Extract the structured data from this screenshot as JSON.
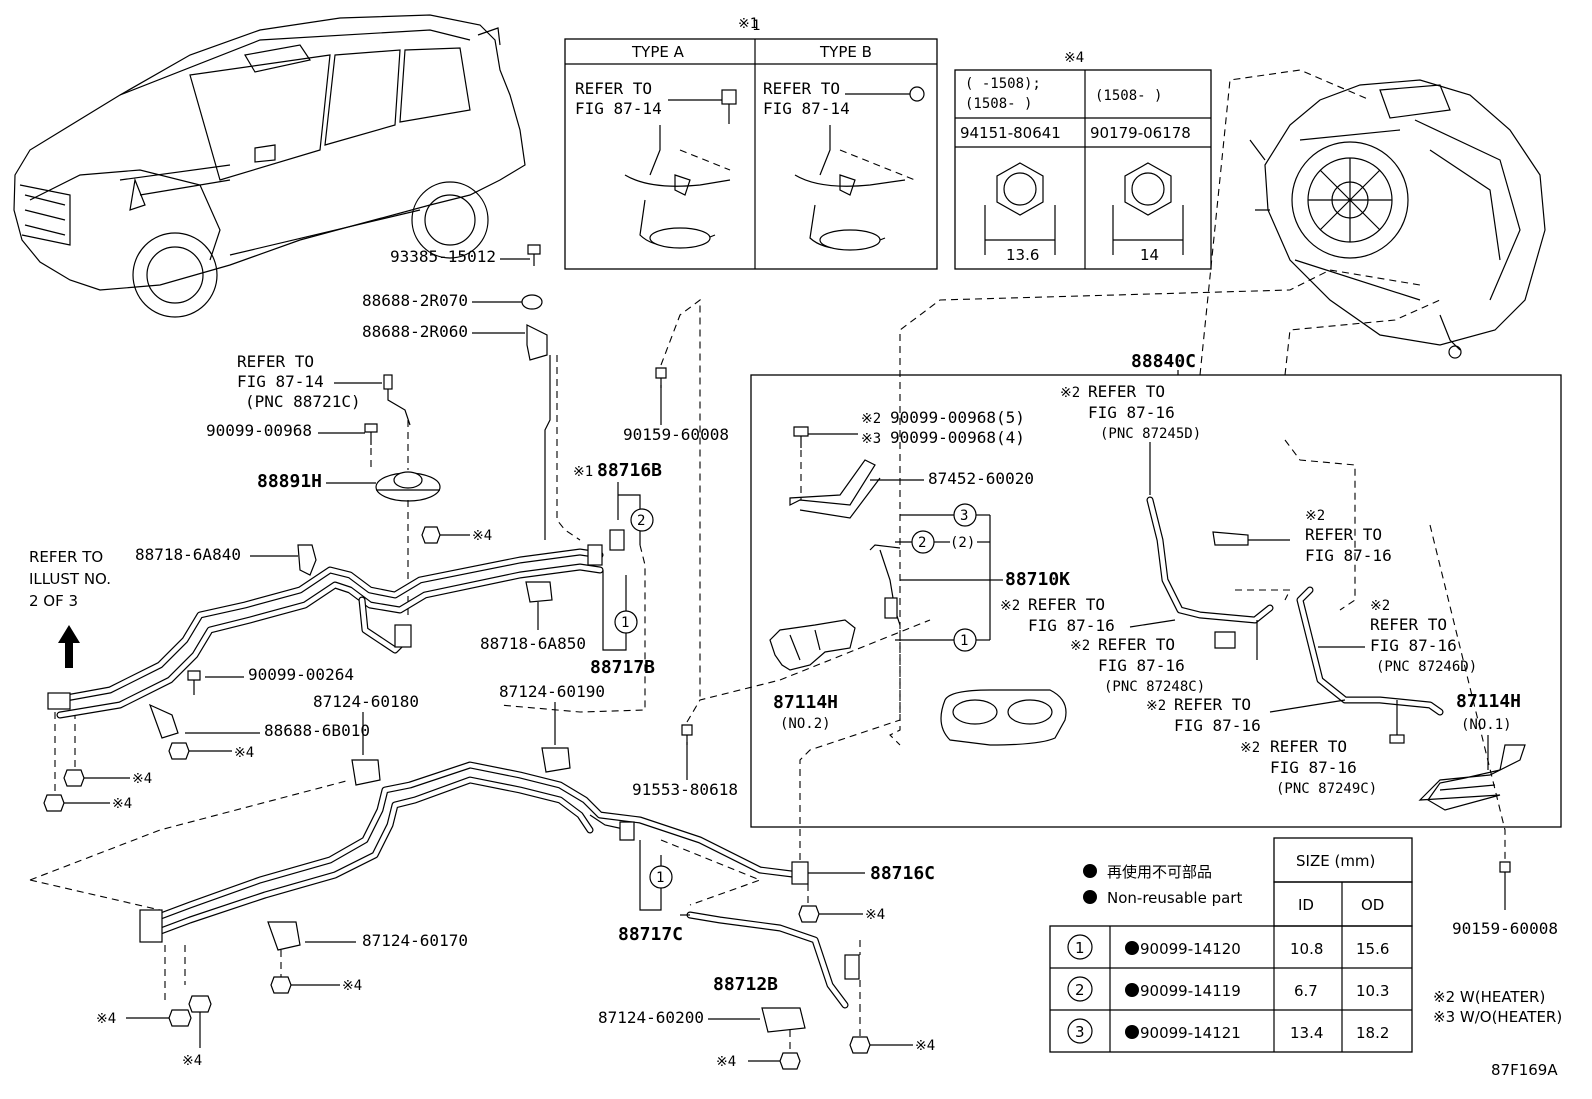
{
  "figure_id": "87F169A",
  "labels": {
    "p93385": "93385-15012",
    "p88688_2r070": "88688-2R070",
    "p88688_2r060": "88688-2R060",
    "refer_top1": "REFER TO",
    "refer_top2": "FIG 87-14",
    "refer_top3": "(PNC 88721C)",
    "p90099_00968": "90099-00968",
    "p88891h": "88891H",
    "p88718_6a840": "88718-6A840",
    "refer_illust1": "REFER TO",
    "refer_illust2": "ILLUST NO.",
    "refer_illust3": "2 OF 3",
    "p90159_60008_a": "90159-60008",
    "p88716b_mark": "※1",
    "p88716b": "88716B",
    "p88718_6a850": "88718-6A850",
    "p88717b": "88717B",
    "p90099_00264": "90099-00264",
    "p87124_60180": "87124-60180",
    "p88688_6b010": "88688-6B010",
    "p87124_60190": "87124-60190",
    "p91553_80618": "91553-80618",
    "p88716c": "88716C",
    "p88717c": "88717C",
    "p87124_60170": "87124-60170",
    "p88712b": "88712B",
    "p87124_60200": "87124-60200",
    "star4": "※4",
    "star2": "※2",
    "star3": "※3",
    "star1": "※1",
    "p88840c": "88840C",
    "p90099_00968_5": "90099-00968(5)",
    "p90099_00968_4": "90099-00968(4)",
    "p87452_60020": "87452-60020",
    "p88710k": "88710K",
    "p87114h_2": "87114H",
    "no2": "(NO.2)",
    "p87114h_1": "87114H",
    "no1": "(NO.1)",
    "p90159_60008_b": "90159-60008",
    "refer_to": "REFER TO",
    "fig8716": "FIG 87-16",
    "fig8714": "FIG 87-14",
    "pnc87245d": "(PNC 87245D)",
    "pnc87248c": "(PNC 87248C)",
    "pnc87246d": "(PNC 87246D)",
    "pnc87249c": "(PNC 87249C)",
    "paren2": "(2)",
    "type_a": "TYPE A",
    "type_b": "TYPE B",
    "t4_col1a": "(    -1508);",
    "t4_col1b": "(1508-     )",
    "t4_col2": "(1508-     )",
    "t4_p1": "94151-80641",
    "t4_p2": "90179-06178",
    "t4_d1": "13.6",
    "t4_d2": "14",
    "nonreuse_jp": "再使用不可部品",
    "nonreuse_en": "Non-reusable part",
    "size_mm": "SIZE (mm)",
    "col_id": "ID",
    "col_od": "OD",
    "note2": "※2 W(HEATER)",
    "note3": "※3 W/O(HEATER)"
  },
  "size_table": [
    {
      "no": "1",
      "part": "90099-14120",
      "id": "10.8",
      "od": "15.6"
    },
    {
      "no": "2",
      "part": "90099-14119",
      "id": "6.7",
      "od": "10.3"
    },
    {
      "no": "3",
      "part": "90099-14121",
      "id": "13.4",
      "od": "18.2"
    }
  ]
}
